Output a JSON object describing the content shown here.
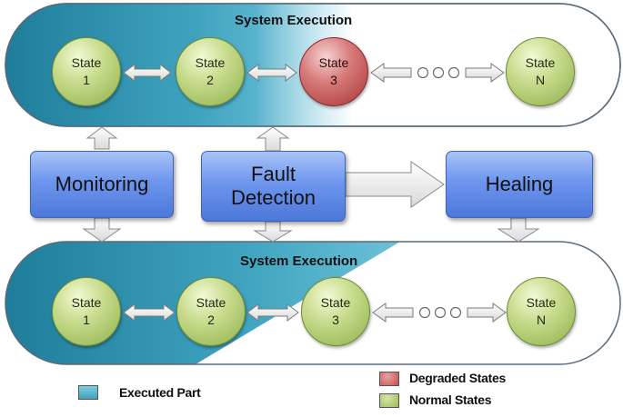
{
  "top_lane": {
    "title": "System Execution",
    "states": [
      {
        "line1": "State",
        "line2": "1",
        "status": "normal"
      },
      {
        "line1": "State",
        "line2": "2",
        "status": "normal"
      },
      {
        "line1": "State",
        "line2": "3",
        "status": "degraded"
      },
      {
        "line1": "State",
        "line2": "N",
        "status": "normal"
      }
    ]
  },
  "bottom_lane": {
    "title": "System Execution",
    "states": [
      {
        "line1": "State",
        "line2": "1",
        "status": "normal"
      },
      {
        "line1": "State",
        "line2": "2",
        "status": "normal"
      },
      {
        "line1": "State",
        "line2": "3",
        "status": "normal"
      },
      {
        "line1": "State",
        "line2": "N",
        "status": "normal"
      }
    ]
  },
  "boxes": {
    "monitoring": "Monitoring",
    "fault_line1": "Fault",
    "fault_line2": "Detection",
    "healing": "Healing"
  },
  "legend": {
    "executed_part": "Executed Part",
    "degraded_states": "Degraded States",
    "normal_states": "Normal States"
  },
  "colors": {
    "executed_part": "#3fa3bf",
    "degraded": "#c0504d",
    "normal": "#9bbb59",
    "box_blue": "#5b82e0"
  }
}
